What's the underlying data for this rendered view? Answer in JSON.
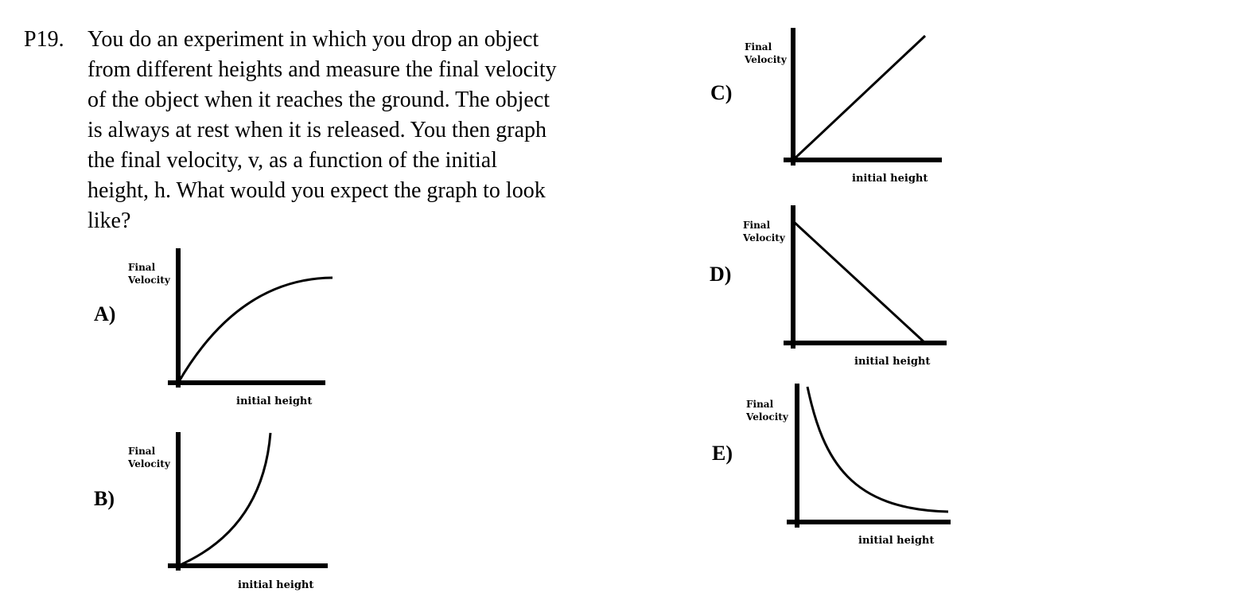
{
  "question": {
    "number": "P19.",
    "lines": [
      "You do an experiment in which you drop an object",
      "from different heights and measure the final velocity",
      "of the object when it reaches the ground.  The object",
      "is always at rest when it is released.  You then graph",
      "the final velocity, v, as a function of the initial",
      "height, h.  What would you expect the graph to look",
      "like?"
    ]
  },
  "options": [
    {
      "label": "A)",
      "y_label_line1": "Final",
      "y_label_line2": "Velocity",
      "x_label": "initial height",
      "curve": "increasing-concave-down"
    },
    {
      "label": "B)",
      "y_label_line1": "Final",
      "y_label_line2": "Velocity",
      "x_label": "initial height",
      "curve": "increasing-concave-up"
    },
    {
      "label": "C)",
      "y_label_line1": "Final",
      "y_label_line2": "Velocity",
      "x_label": "initial height",
      "curve": "increasing-linear"
    },
    {
      "label": "D)",
      "y_label_line1": "Final",
      "y_label_line2": "Velocity",
      "x_label": "initial height",
      "curve": "decreasing-linear"
    },
    {
      "label": "E)",
      "y_label_line1": "Final",
      "y_label_line2": "Velocity",
      "x_label": "initial height",
      "curve": "decreasing-concave-up"
    }
  ]
}
